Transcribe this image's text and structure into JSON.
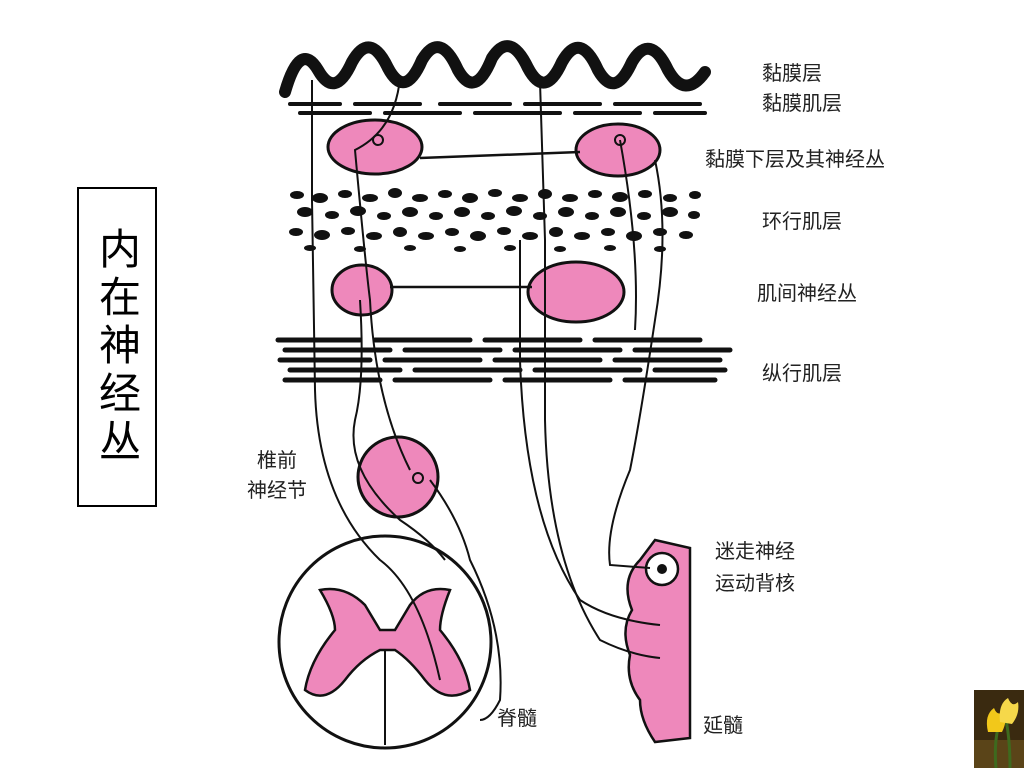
{
  "title": "内在神经丛",
  "layers": {
    "mucosa": "黏膜层",
    "muscularis_mucosae": "黏膜肌层",
    "submucosa": "黏膜下层及其神经丛",
    "circular_muscle": "环行肌层",
    "myenteric_plexus": "肌间神经丛",
    "longitudinal_muscle": "纵行肌层"
  },
  "structures": {
    "prevertebral_ganglion_line1": "椎前",
    "prevertebral_ganglion_line2": "神经节",
    "vagus_nucleus_line1": "迷走神经",
    "vagus_nucleus_line2": "运动背核",
    "spinal_cord": "脊髓",
    "medulla": "延髓"
  },
  "colors": {
    "pink": "#ee88bb",
    "ink": "#111111",
    "background": "#ffffff"
  },
  "corner_image": "tulip-flowers"
}
